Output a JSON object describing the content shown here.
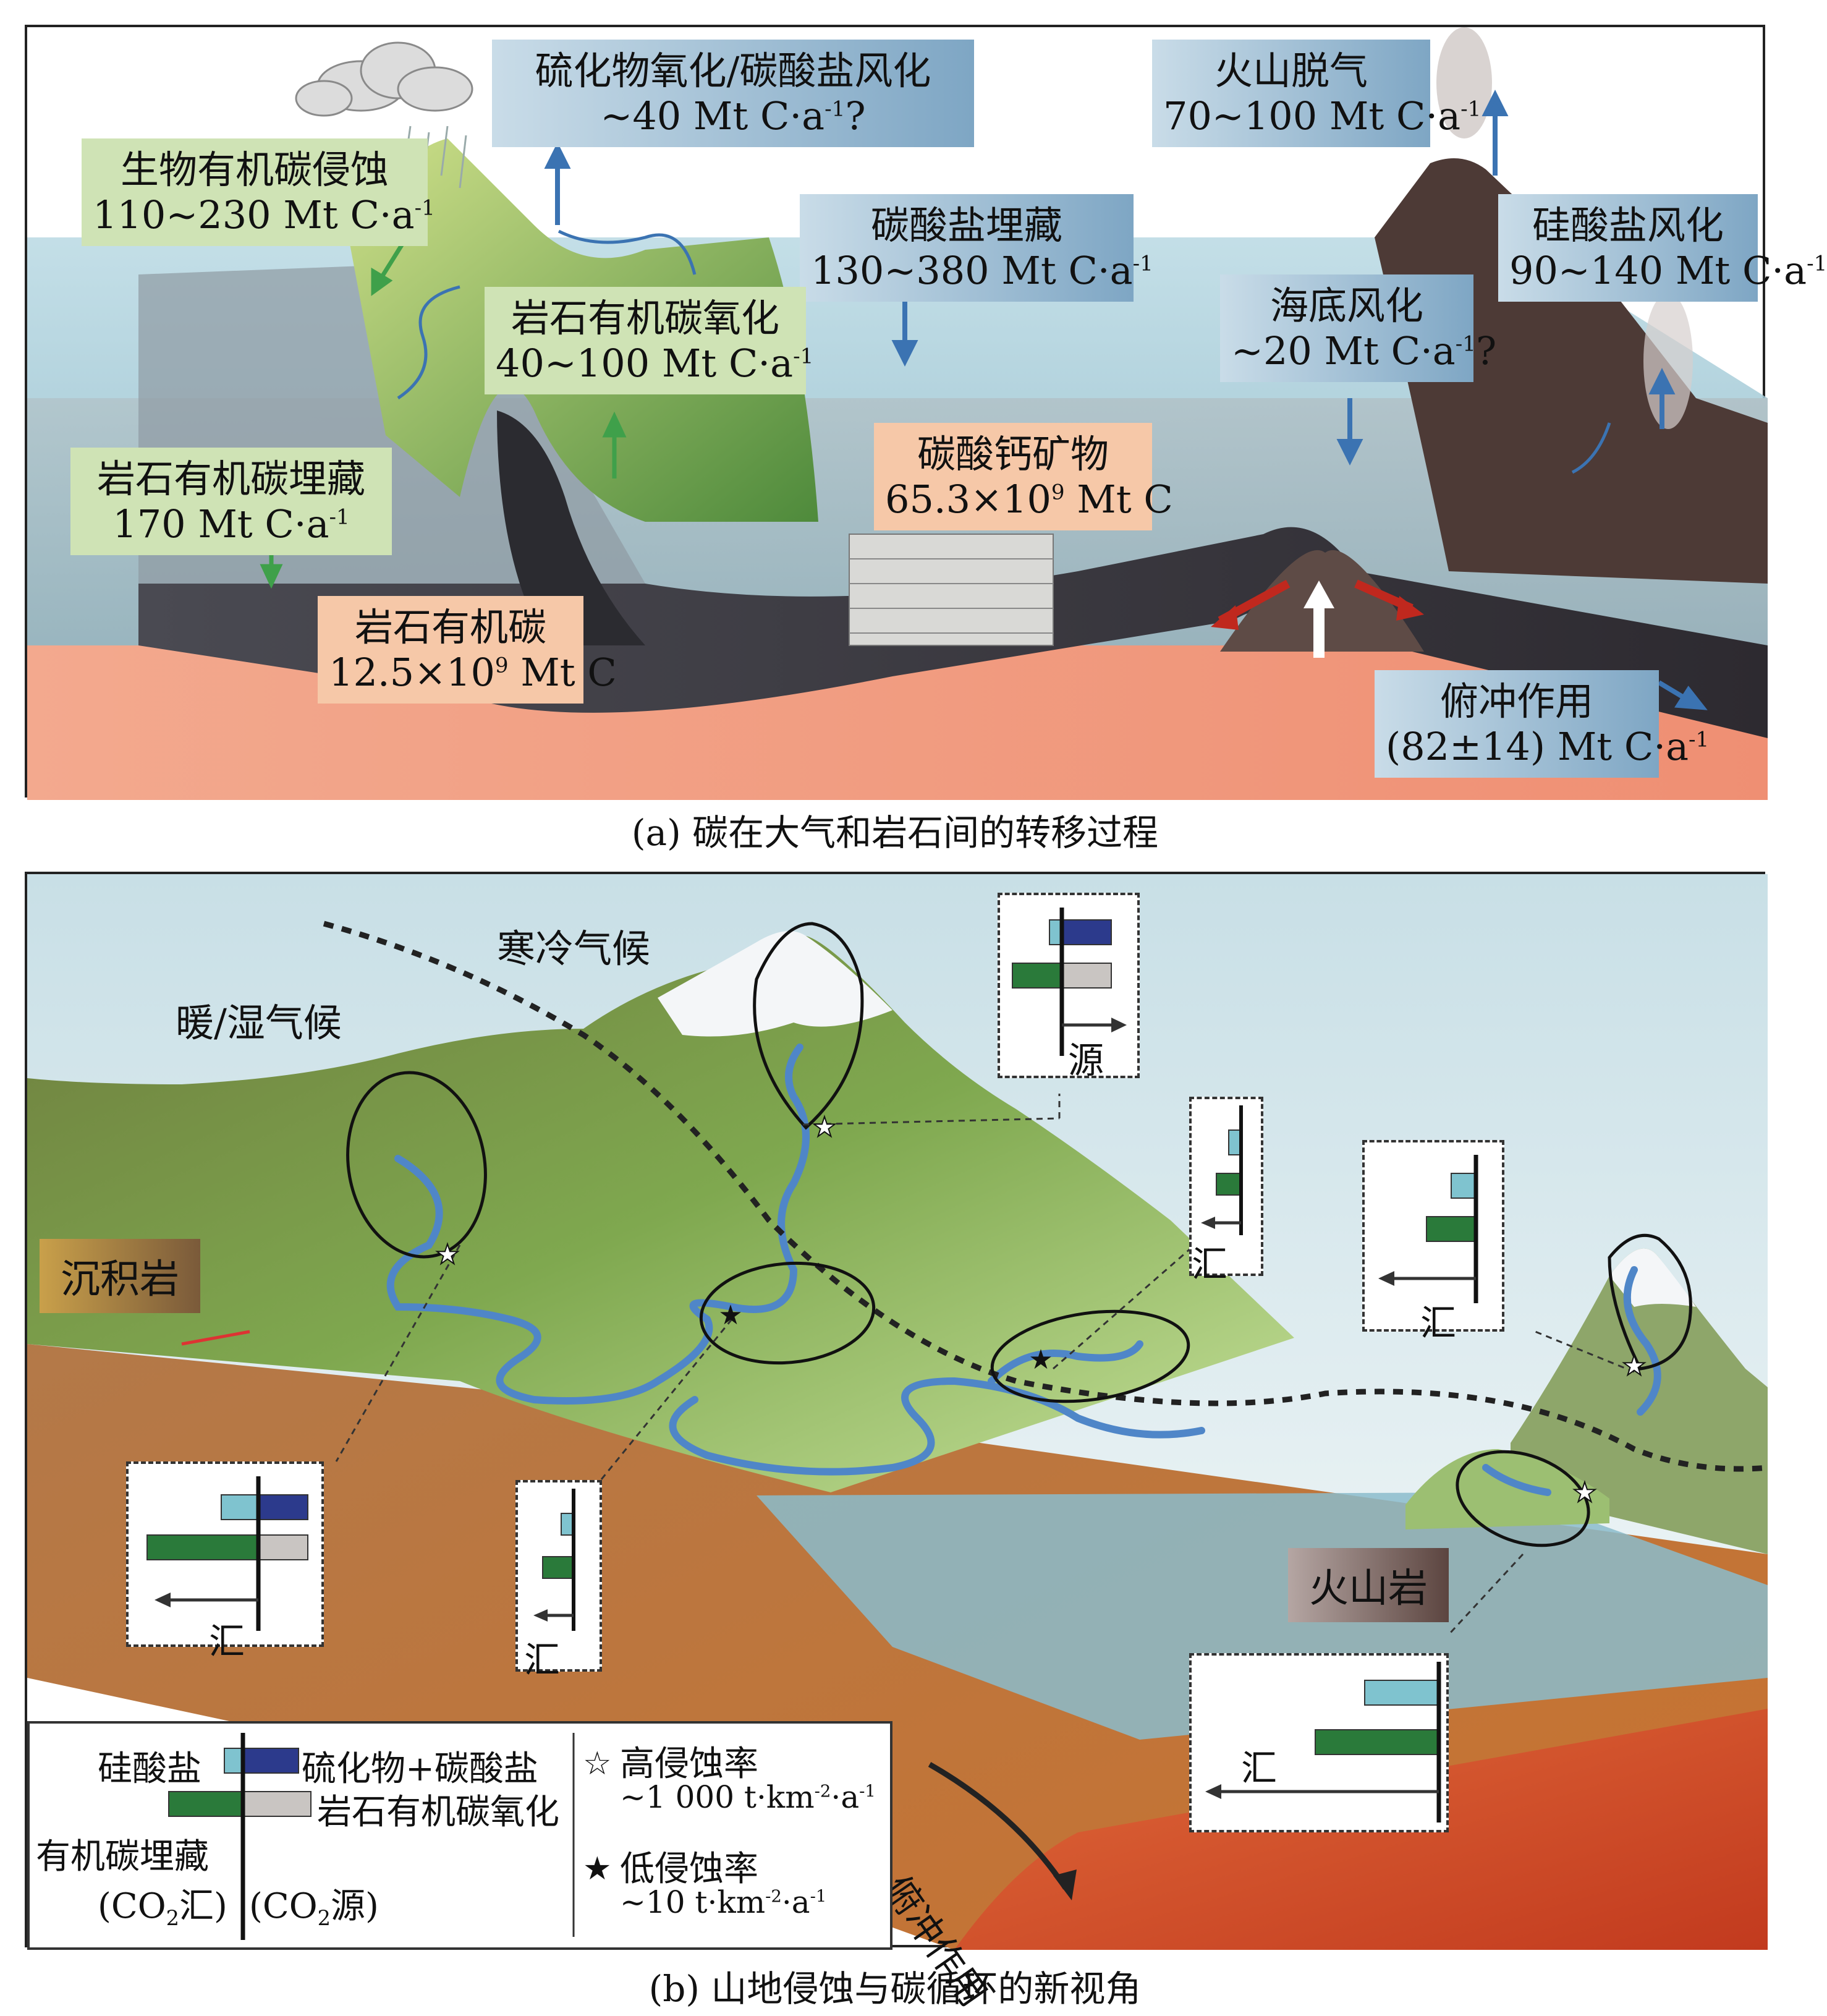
{
  "panel_a": {
    "labels": {
      "bio_erosion": {
        "title": "生物有机碳侵蚀",
        "value": "110~230 Mt C·a",
        "sup": "-1"
      },
      "sulfide": {
        "title": "硫化物氧化/碳酸盐风化",
        "value": "~40 Mt C·a",
        "sup": "-1",
        "suffix": "?"
      },
      "volcano": {
        "title": "火山脱气",
        "value": "70~100 Mt C·a",
        "sup": "-1"
      },
      "carbonate_burial": {
        "title": "碳酸盐埋藏",
        "value": "130~380 Mt C·a",
        "sup": "-1"
      },
      "silicate": {
        "title": "硅酸盐风化",
        "value": "90~140 Mt C·a",
        "sup": "-1"
      },
      "rock_oxid": {
        "title": "岩石有机碳氧化",
        "value": "40~100 Mt C·a",
        "sup": "-1"
      },
      "seafloor": {
        "title": "海底风化",
        "value": "~20 Mt C·a",
        "sup": "-1",
        "suffix": "?"
      },
      "rock_burial": {
        "title": "岩石有机碳埋藏",
        "value": "170 Mt C·a",
        "sup": "-1"
      },
      "caco3": {
        "title": "碳酸钙矿物",
        "value": "65.3×10",
        "sup": "9",
        "suffix": " Mt C"
      },
      "rock_oc": {
        "title": "岩石有机碳",
        "value": "12.5×10",
        "sup": "9",
        "suffix": " Mt C"
      },
      "subduction": {
        "title": "俯冲作用",
        "value": "(82±14) Mt C·a",
        "sup": "-1"
      }
    },
    "caption": "(a) 碳在大气和岩石间的转移过程"
  },
  "panel_b": {
    "climate_cold": "寒冷气候",
    "climate_warm": "暖/湿气候",
    "rock_sed": "沉积岩",
    "rock_volc": "火山岩",
    "subduction": "俯冲作用",
    "source": "源",
    "sink": "汇",
    "legend": {
      "silicate": "硅酸盐",
      "sulfide_carbonate": "硫化物+碳酸盐",
      "rock_oc_oxid": "岩石有机碳氧化",
      "oc_burial": "有机碳埋藏",
      "co2_sink": "(CO",
      "co2_sink_sub": "2",
      "co2_sink_end": "汇)",
      "co2_source": "(CO",
      "co2_source_sub": "2",
      "co2_source_end": "源)",
      "high_erosion": "高侵蚀率",
      "high_value": "~1 000 t·km",
      "high_sup1": "-2",
      "high_mid": "·a",
      "high_sup2": "-1",
      "low_erosion": "低侵蚀率",
      "low_value": "~10 t·km",
      "low_sup1": "-2",
      "low_mid": "·a",
      "low_sup2": "-1",
      "star_high": "☆",
      "star_low": "★"
    },
    "caption": "(b) 山地侵蚀与碳循环的新视角"
  },
  "colors": {
    "silicate": "#7fc3cf",
    "sulfide_carbonate": "#2c3a8c",
    "oc_burial": "#2a7a3a",
    "rock_oc_oxid": "#c9c5c2",
    "mantle": "#e8745a",
    "sea": "#8fc2d4"
  }
}
